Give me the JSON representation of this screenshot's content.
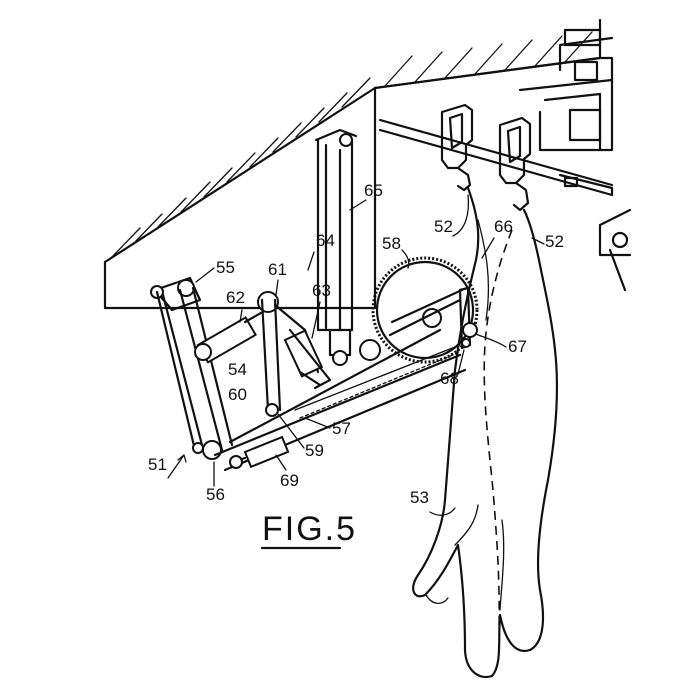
{
  "figure": {
    "caption": "FIG.5",
    "reference_numerals": [
      {
        "id": "n51",
        "text": "51"
      },
      {
        "id": "n52a",
        "text": "52"
      },
      {
        "id": "n52b",
        "text": "52"
      },
      {
        "id": "n53",
        "text": "53"
      },
      {
        "id": "n54",
        "text": "54"
      },
      {
        "id": "n55",
        "text": "55"
      },
      {
        "id": "n56",
        "text": "56"
      },
      {
        "id": "n57",
        "text": "57"
      },
      {
        "id": "n58",
        "text": "58"
      },
      {
        "id": "n59",
        "text": "59"
      },
      {
        "id": "n60",
        "text": "60"
      },
      {
        "id": "n61",
        "text": "61"
      },
      {
        "id": "n62",
        "text": "62"
      },
      {
        "id": "n63",
        "text": "63"
      },
      {
        "id": "n64",
        "text": "64"
      },
      {
        "id": "n65",
        "text": "65"
      },
      {
        "id": "n66",
        "text": "66"
      },
      {
        "id": "n67",
        "text": "67"
      },
      {
        "id": "n68",
        "text": "68"
      },
      {
        "id": "n69",
        "text": "69"
      }
    ]
  }
}
